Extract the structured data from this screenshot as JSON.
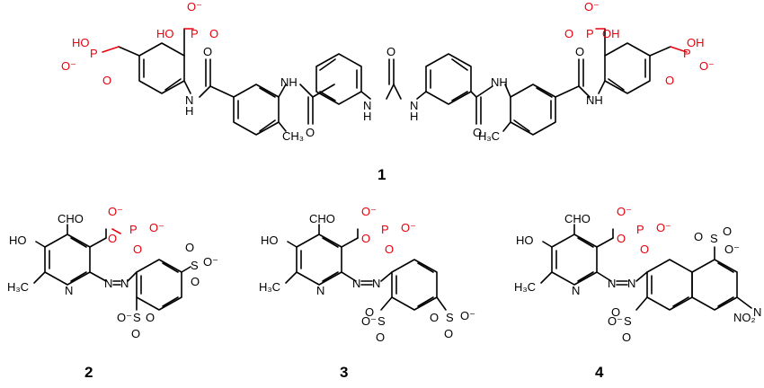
{
  "colors": {
    "bond": "#000000",
    "phosphonate": "#e8000b",
    "background": "#ffffff"
  },
  "compound_numbers": {
    "c1": "1",
    "c2": "2",
    "c3": "3",
    "c4": "4"
  },
  "labels": {
    "HO": "HO",
    "OH": "OH",
    "O": "O",
    "O_minus": "O⁻",
    "minus": "−",
    "P": "P",
    "S": "S",
    "NH": "NH",
    "N": "N",
    "H": "H",
    "CH3": "CH₃",
    "H3C": "H₃C",
    "CHO": "CHO",
    "NO2": "NO₂"
  }
}
